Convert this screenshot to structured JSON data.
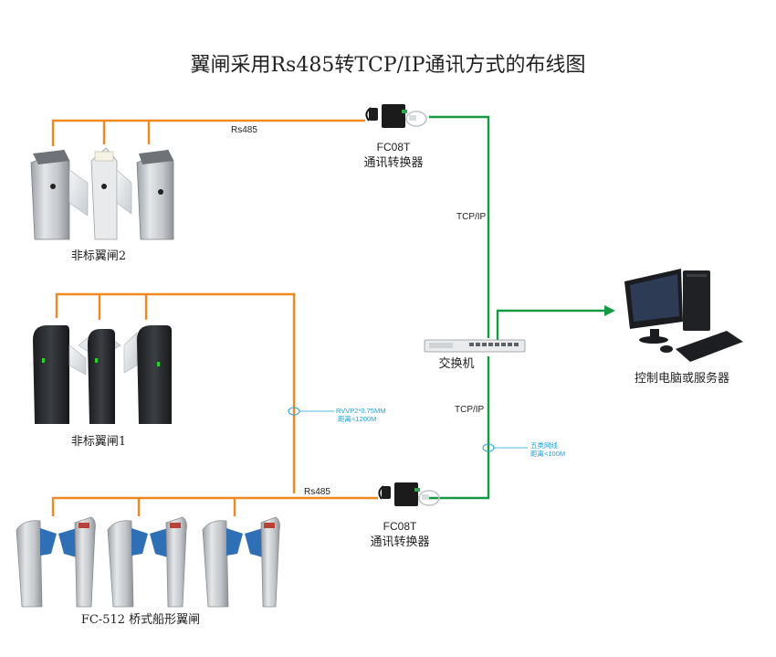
{
  "title": "翼闸采用Rs485转TCP/IP通讯方式的布线图",
  "colors": {
    "rs485_line": "#f0891f",
    "tcp_line": "#139a43",
    "annotation": "#1e9fd6",
    "gate_silver": "#c9ccd0",
    "gate_dark": "#2a2c30",
    "flap_blue": "#2f6fb5"
  },
  "gates": {
    "group2": {
      "label": "非标翼闸2",
      "count": 3,
      "style": "silver-flat"
    },
    "group1": {
      "label": "非标翼闸1",
      "count": 3,
      "style": "dark"
    },
    "group3": {
      "label": "FC-512 桥式船形翼闸",
      "count": 3,
      "style": "silver-boat"
    }
  },
  "converters": {
    "top": {
      "model": "FC08T",
      "name": "通讯转换器"
    },
    "bottom": {
      "model": "FC08T",
      "name": "通讯转换器"
    }
  },
  "links": {
    "rs485_top": "Rs485",
    "rs485_bottom": "Rs485",
    "tcp_top": "TCP/IP",
    "tcp_bottom": "TCP/IP"
  },
  "switch": {
    "label": "交换机"
  },
  "server": {
    "label": "控制电脑或服务器"
  },
  "annotations": {
    "cable_rs485": {
      "line1": "RVVP2*0.75MM",
      "line2": "距离<1200M"
    },
    "cable_net": {
      "line1": "五类网线",
      "line2": "距离<100M"
    }
  }
}
